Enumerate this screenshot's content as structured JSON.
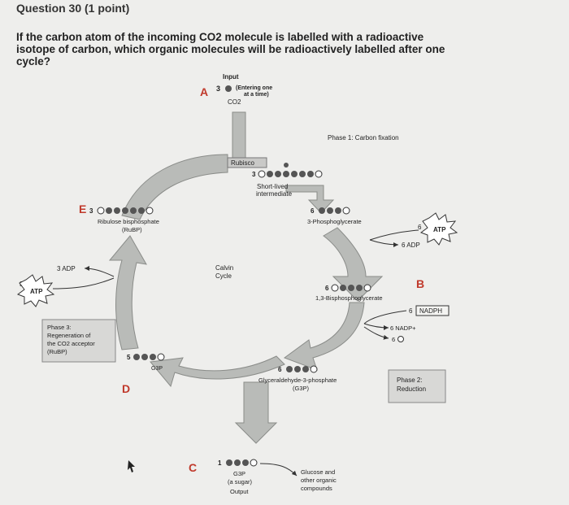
{
  "question": {
    "header": "Question 30 (1 point)",
    "lines": [
      "If the carbon atom of the incoming CO2 molecule is labelled with a radioactive",
      "isotope of carbon, which organic molecules will be radioactively labelled after one",
      "cycle?"
    ]
  },
  "diagram": {
    "letters": {
      "a": "A",
      "b": "B",
      "c": "C",
      "d": "D",
      "e": "E"
    },
    "input": {
      "title": "Input",
      "count": "3",
      "note_line1": "(Entering one",
      "note_line2": "at a time)",
      "molecule": "CO2"
    },
    "rubisco": "Rubisco",
    "phase1": "Phase 1: Carbon fixation",
    "phase2_line1": "Phase 2:",
    "phase2_line2": "Reduction",
    "phase3_line1": "Phase 3:",
    "phase3_line2": "Regeneration of",
    "phase3_line3": "the CO2 acceptor",
    "phase3_line4": "(RuBP)",
    "short_lived_line1": "Short-lived",
    "short_lived_line2": "intermediate",
    "short_lived_count": "3",
    "pga": {
      "count": "6",
      "label": "3-Phosphoglycerate"
    },
    "atp_in": {
      "count": "6",
      "label": "ATP"
    },
    "adp_out": "6 ADP",
    "bpg": {
      "count": "6",
      "label": "1,3-Bisphosphoglycerate"
    },
    "nadph_in": {
      "count": "6",
      "label": "NADPH"
    },
    "nadp_out": "6 NADP+",
    "pi_out": "6",
    "g3p": {
      "count": "6",
      "label": "Glyceraldehyde-3-phosphate",
      "abbr": "(G3P)"
    },
    "recycled_g3p": {
      "count": "5",
      "label": "G3P"
    },
    "rubp": {
      "count": "3",
      "label": "Ribulose bisphosphate",
      "abbr": "(RuBP)"
    },
    "atp_regen": {
      "count": "3",
      "label": "ATP"
    },
    "adp_regen": "3 ADP",
    "calvin_line1": "Calvin",
    "calvin_line2": "Cycle",
    "output": {
      "count": "1",
      "label1": "G3P",
      "label2": "(a sugar)",
      "label3": "Output"
    },
    "glucose_line1": "Glucose and",
    "glucose_line2": "other organic",
    "glucose_line3": "compounds"
  },
  "colors": {
    "arrow_fill": "#b9bbb8",
    "arrow_stroke": "#8a8c89",
    "letter": "#c0392b",
    "atp_burst": "#ffffff"
  }
}
